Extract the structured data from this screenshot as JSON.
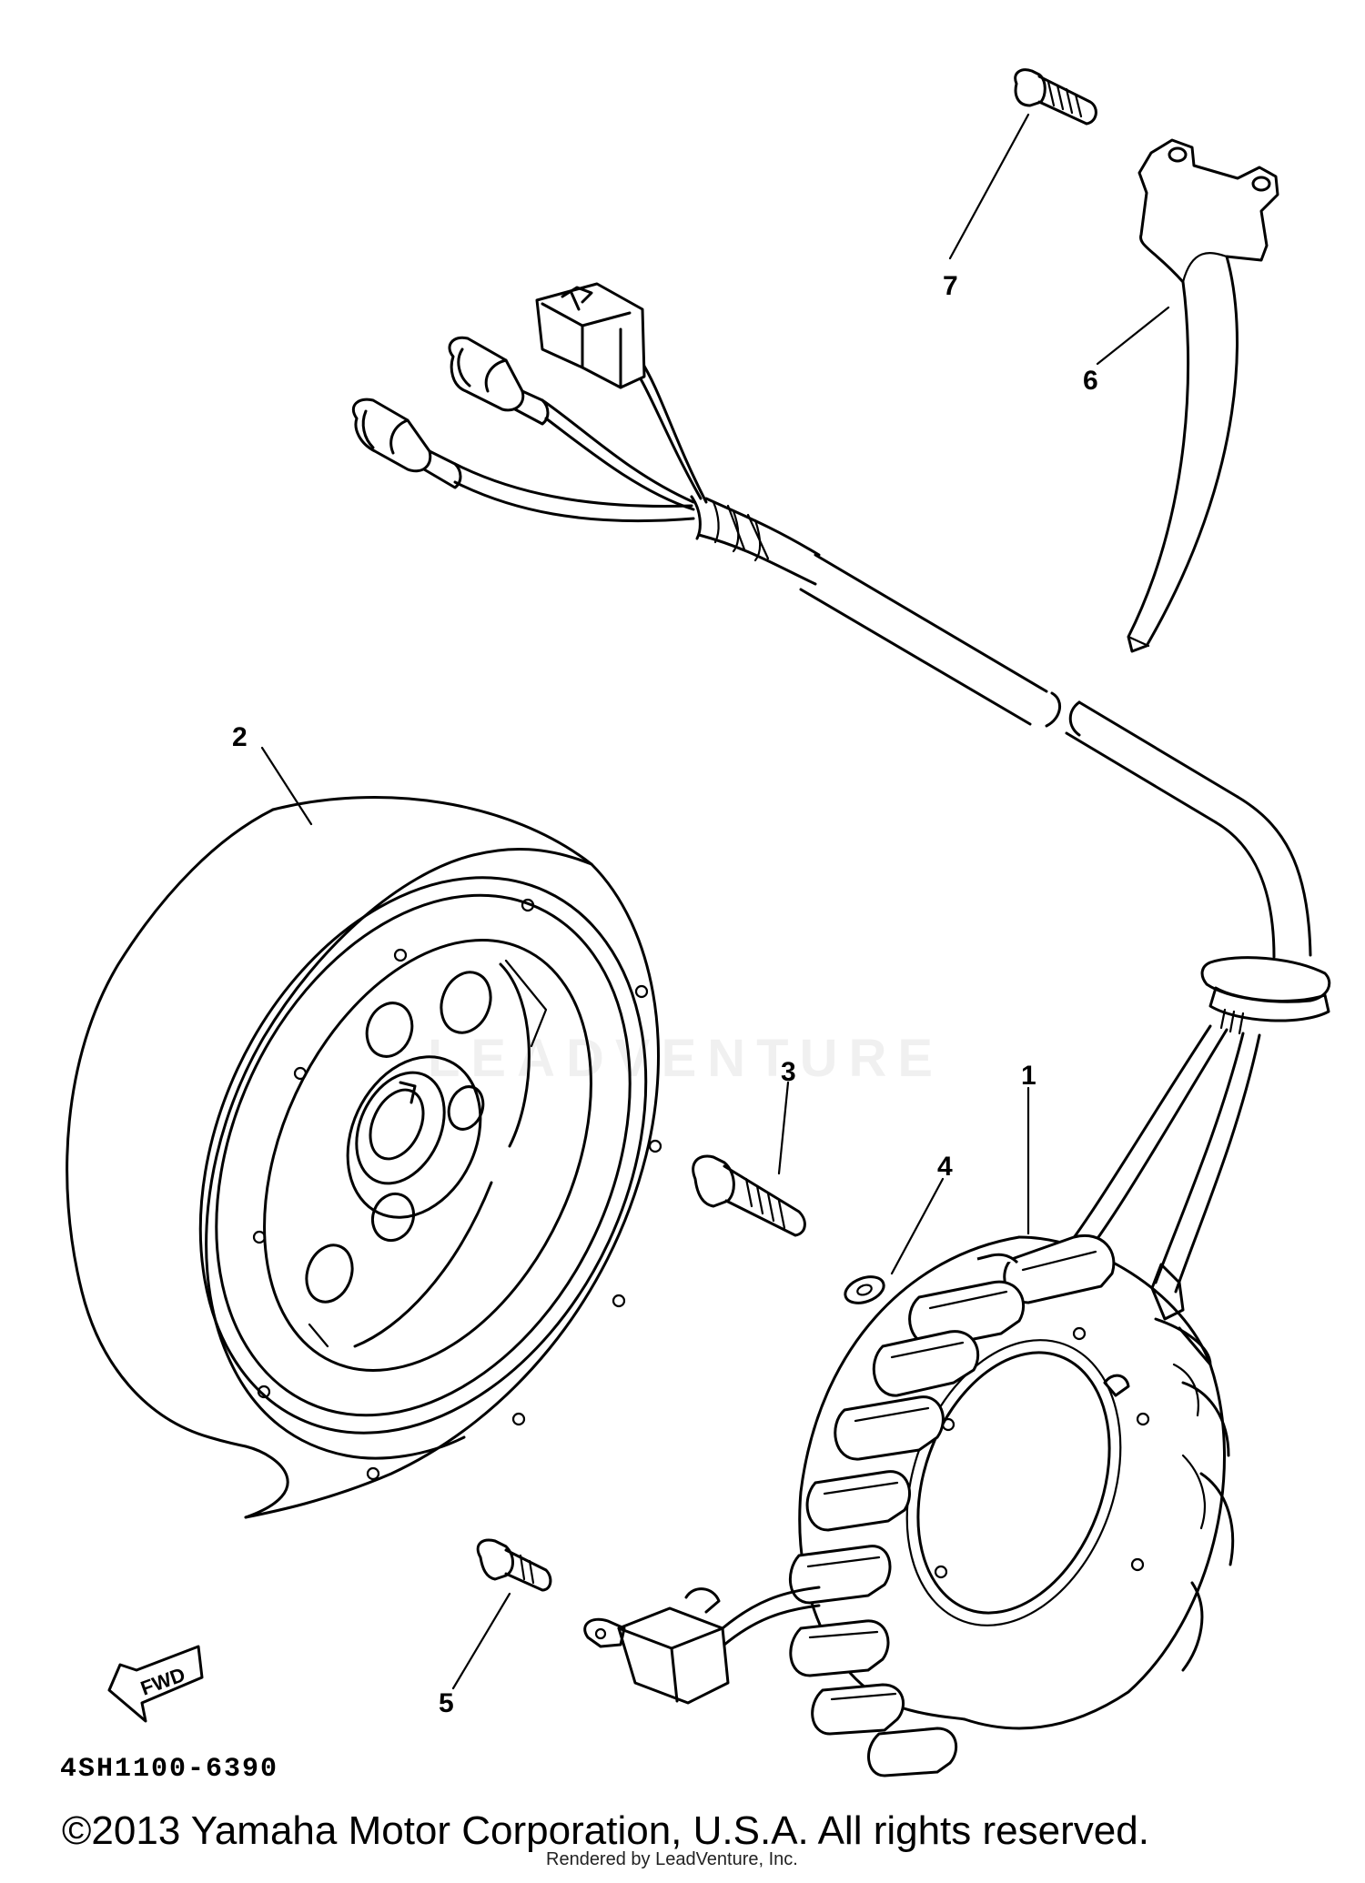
{
  "diagram": {
    "part_code": "4SH1100-6390",
    "fwd_label": "FWD",
    "copyright": "©2013 Yamaha Motor Corporation, U.S.A. All rights reserved.",
    "rendered_by": "Rendered by LeadVenture, Inc.",
    "watermark": "LEADVENTURE",
    "callouts": [
      {
        "number": "1"
      },
      {
        "number": "2"
      },
      {
        "number": "3"
      },
      {
        "number": "4"
      },
      {
        "number": "5"
      },
      {
        "number": "6"
      },
      {
        "number": "7"
      }
    ]
  }
}
